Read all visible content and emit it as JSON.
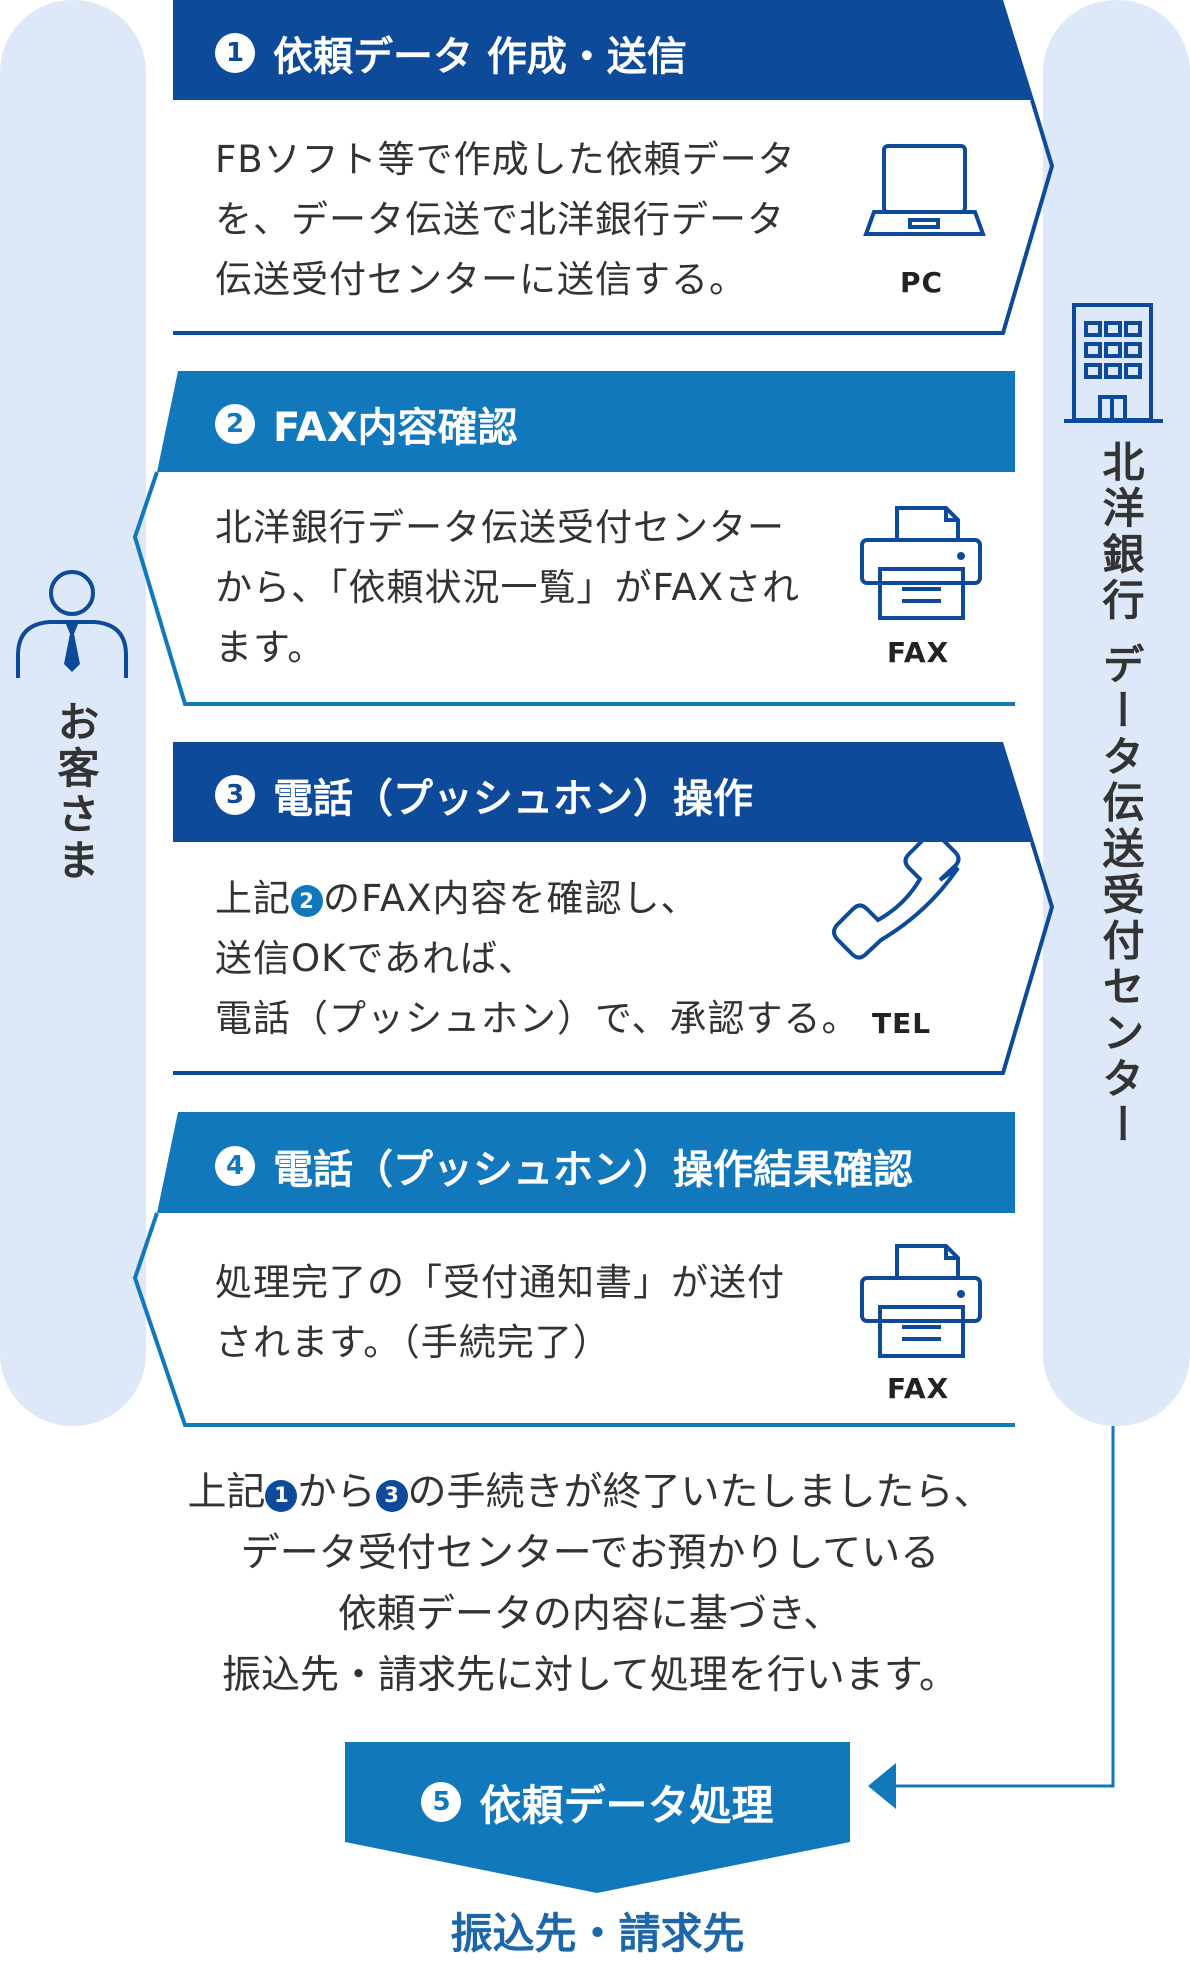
{
  "colors": {
    "dark_blue": "#0d4a9a",
    "mid_blue": "#1178bb",
    "side_bg": "#dde9f8",
    "text": "#333333"
  },
  "actors": {
    "customer": "お客さま",
    "center": "北洋銀行 データ伝送受付センター"
  },
  "icons": {
    "customer": "person-icon",
    "center": "building-icon",
    "step1": "laptop-icon",
    "step2": "fax-icon",
    "step3": "telephone-icon",
    "step4": "fax-icon"
  },
  "steps": [
    {
      "num": "1",
      "title": "依頼データ 作成・送信",
      "lines": [
        "FBソフト等で作成した依頼データ",
        "を、データ伝送で北洋銀行データ",
        "伝送受付センターに送信する。"
      ],
      "icon_label": "PC"
    },
    {
      "num": "2",
      "title": "FAX内容確認",
      "lines": [
        "北洋銀行データ伝送受付センター",
        "から、「依頼状況一覧」がFAXされ",
        "ます。"
      ],
      "icon_label": "FAX"
    },
    {
      "num": "3",
      "title": "電話（プッシュホン）操作",
      "line1_pre": "上記",
      "line1_num": "2",
      "line1_post": "のFAX内容を確認し、",
      "lines": [
        "送信OKであれば、",
        "電話（プッシュホン）で、承認する。"
      ],
      "icon_label": "TEL"
    },
    {
      "num": "4",
      "title": "電話（プッシュホン）操作結果確認",
      "lines": [
        "処理完了の「受付通知書」が送付",
        "されます。（手続完了）"
      ],
      "icon_label": "FAX"
    }
  ],
  "summary": {
    "l1_a": "上記",
    "l1_n1": "1",
    "l1_b": "から",
    "l1_n2": "3",
    "l1_c": "の手続きが終了いたしましたら、",
    "l2": "データ受付センターでお預かりしている",
    "l3": "依頼データの内容に基づき、",
    "l4": "振込先・請求先に対して処理を行います。"
  },
  "step5": {
    "num": "5",
    "title": "依頼データ処理"
  },
  "target": "振込先・請求先"
}
